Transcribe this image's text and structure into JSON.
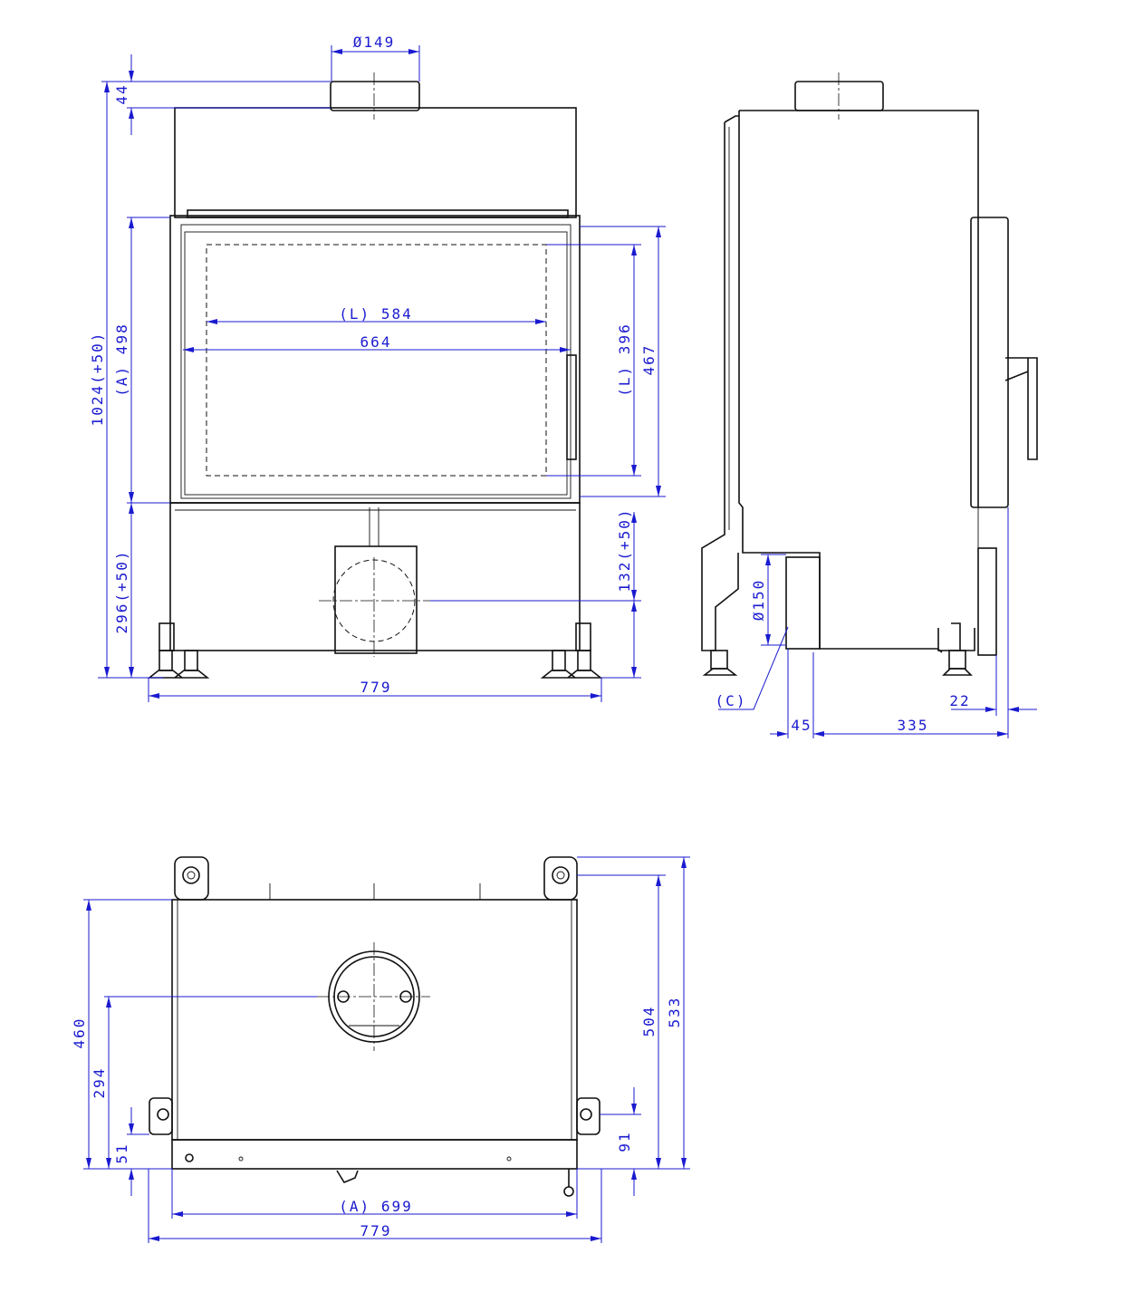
{
  "colors": {
    "dimension": "#1a1ad0",
    "outline": "#111111"
  },
  "front_view": {
    "flue_diameter": "Ø149",
    "flue_height": "44",
    "total_height": "1024(+50)",
    "door_height": "(A) 498",
    "base_height": "296(+50)",
    "glass_width_visible": "(L) 584",
    "glass_width": "664",
    "glass_height_visible": "(L) 396",
    "glass_height": "467",
    "air_inlet_height": "132(+50)",
    "total_width": "779"
  },
  "side_view": {
    "air_inlet_diameter": "Ø150",
    "air_inlet_label": "(C)",
    "air_inlet_depth": "45",
    "depth": "335",
    "door_offset": "22"
  },
  "top_view": {
    "body_depth": "460",
    "flue_center_depth": "294",
    "front_offset": "51",
    "depth_to_lugs": "504",
    "total_depth": "533",
    "bracket_offset": "91",
    "door_width": "(A) 699",
    "total_width": "779"
  }
}
